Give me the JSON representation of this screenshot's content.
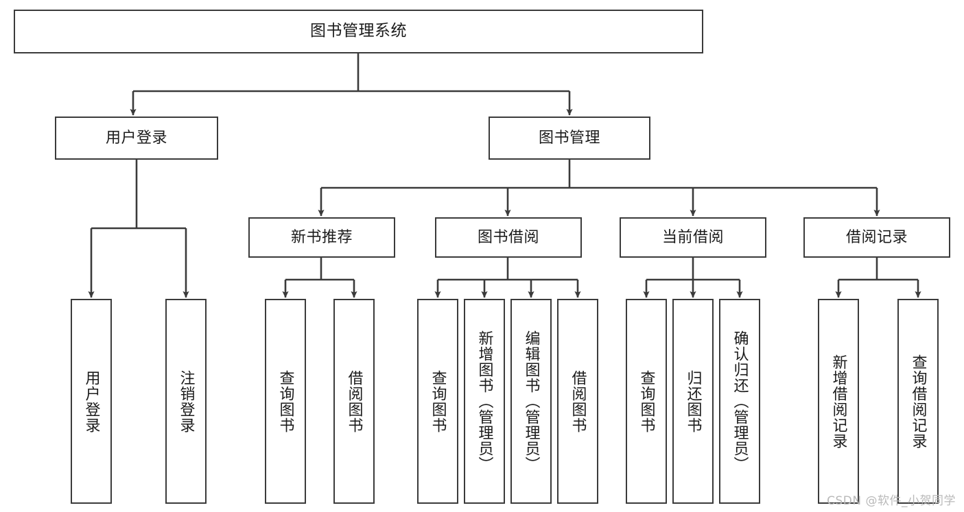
{
  "diagram": {
    "type": "tree-hierarchy-chart",
    "title": "图书管理系统",
    "watermark": "CSDN @软件_小贺同学",
    "colors": {
      "box_border": "#3a3a3a",
      "box_fill": "#ffffff",
      "edge": "#3a3a3a",
      "text": "#1b1b1b",
      "watermark": "#b9b9b9",
      "background": "#ffffff"
    },
    "levels": {
      "level0": [
        "图书管理系统"
      ],
      "level1": [
        "用户登录",
        "图书管理"
      ],
      "level2": [
        "新书推荐",
        "图书借阅",
        "当前借阅",
        "借阅记录"
      ],
      "level3": [
        "用户登录",
        "注销登录",
        "查询图书",
        "借阅图书",
        "查询图书",
        "新增图书（管理员）",
        "编辑图书（管理员）",
        "借阅图书",
        "查询图书",
        "归还图书",
        "确认归还（管理员）",
        "新增借阅记录",
        "查询借阅记录"
      ]
    },
    "nodes": {
      "root": {
        "label": "图书管理系统"
      },
      "user_login": {
        "label": "用户登录"
      },
      "book_mgmt": {
        "label": "图书管理"
      },
      "new_book_rec": {
        "label": "新书推荐"
      },
      "book_borrow": {
        "label": "图书借阅"
      },
      "current_borrow": {
        "label": "当前借阅"
      },
      "borrow_record": {
        "label": "借阅记录"
      },
      "leaf_user_login": {
        "label": "用户登录"
      },
      "leaf_logout": {
        "label": "注销登录"
      },
      "leaf_query_book_1": {
        "label": "查询图书"
      },
      "leaf_borrow_book_1": {
        "label": "借阅图书"
      },
      "leaf_query_book_2": {
        "label": "查询图书"
      },
      "leaf_add_book": {
        "label": "新增图书（管理员）"
      },
      "leaf_edit_book": {
        "label": "编辑图书（管理员）"
      },
      "leaf_borrow_book_2": {
        "label": "借阅图书"
      },
      "leaf_query_book_3": {
        "label": "查询图书"
      },
      "leaf_return_book": {
        "label": "归还图书"
      },
      "leaf_confirm_return": {
        "label": "确认归还（管理员）"
      },
      "leaf_add_record": {
        "label": "新增借阅记录"
      },
      "leaf_query_record": {
        "label": "查询借阅记录"
      }
    },
    "edges": [
      {
        "from": "root",
        "to": "user_login"
      },
      {
        "from": "root",
        "to": "book_mgmt"
      },
      {
        "from": "user_login",
        "to": "leaf_user_login"
      },
      {
        "from": "user_login",
        "to": "leaf_logout"
      },
      {
        "from": "book_mgmt",
        "to": "new_book_rec"
      },
      {
        "from": "book_mgmt",
        "to": "book_borrow"
      },
      {
        "from": "book_mgmt",
        "to": "current_borrow"
      },
      {
        "from": "book_mgmt",
        "to": "borrow_record"
      },
      {
        "from": "new_book_rec",
        "to": "leaf_query_book_1"
      },
      {
        "from": "new_book_rec",
        "to": "leaf_borrow_book_1"
      },
      {
        "from": "book_borrow",
        "to": "leaf_query_book_2"
      },
      {
        "from": "book_borrow",
        "to": "leaf_add_book"
      },
      {
        "from": "book_borrow",
        "to": "leaf_edit_book"
      },
      {
        "from": "book_borrow",
        "to": "leaf_borrow_book_2"
      },
      {
        "from": "current_borrow",
        "to": "leaf_query_book_3"
      },
      {
        "from": "current_borrow",
        "to": "leaf_return_book"
      },
      {
        "from": "current_borrow",
        "to": "leaf_confirm_return"
      },
      {
        "from": "borrow_record",
        "to": "leaf_add_record"
      },
      {
        "from": "borrow_record",
        "to": "leaf_query_record"
      }
    ]
  }
}
